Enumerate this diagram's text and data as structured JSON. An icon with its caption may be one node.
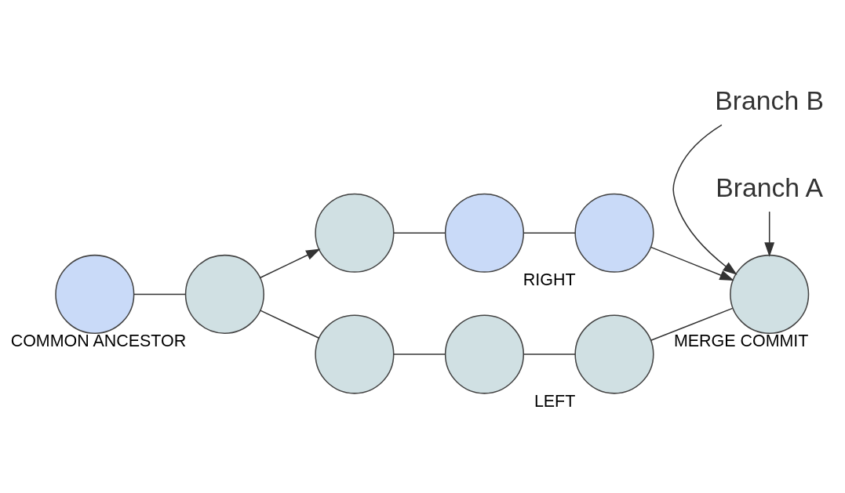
{
  "diagram": {
    "nodes": [
      {
        "text": [
          "Branch B"
        ]
      },
      {
        "text": [],
        "shape": "circle"
      },
      {
        "text": [],
        "shape": "circle"
      },
      {
        "text": [],
        "shape": "circle",
        "beside": [
          "RIGHT"
        ]
      },
      {
        "text": [],
        "shape": "circle"
      },
      {
        "text": [],
        "shape": "circle",
        "beside": [
          "COMMON ANCESTOR"
        ]
      },
      {
        "text": [],
        "shape": "circle"
      },
      {
        "text": [],
        "shape": "circle"
      },
      {
        "text": [],
        "shape": "circle",
        "beside": [
          "LEFT"
        ]
      },
      {
        "text": [],
        "shape": "circle",
        "beside": [
          "MERGE COMMIT"
        ]
      },
      {
        "text": [
          "Branch A"
        ]
      }
    ],
    "edges": [
      {
        "from": 4,
        "to": 5,
        "arrow": "none"
      },
      {
        "from": 5,
        "to": 6,
        "arrow": "none"
      },
      {
        "from": 6,
        "to": 7,
        "arrow": "none"
      },
      {
        "from": 7,
        "to": 8,
        "arrow": "none"
      },
      {
        "from": 8,
        "to": 9,
        "arrow": "none"
      },
      {
        "from": 5,
        "to": 1,
        "arrow": "to"
      },
      {
        "from": 1,
        "to": 2,
        "arrow": "none"
      },
      {
        "from": 2,
        "to": 3,
        "arrow": "none"
      },
      {
        "from": 3,
        "to": 9,
        "arrow": "to"
      },
      {
        "from": 0,
        "to": 9,
        "arrow": "to"
      },
      {
        "from": 10,
        "to": 9,
        "arrow": "to"
      }
    ]
  }
}
